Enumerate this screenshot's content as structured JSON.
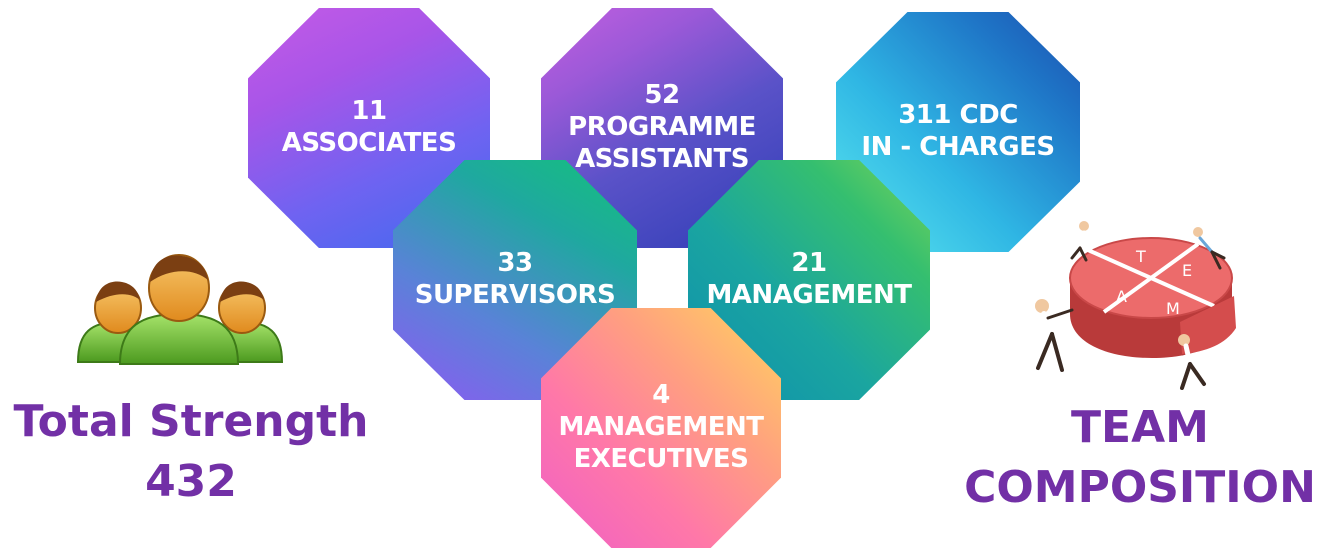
{
  "boxes": {
    "associates": {
      "count": "11",
      "label": "ASSOCIATES"
    },
    "programme_assistants": {
      "count": "52",
      "label1": "PROGRAMME",
      "label2": "ASSISTANTS"
    },
    "cdc": {
      "line1": "311 CDC",
      "line2": "IN - CHARGES"
    },
    "supervisors": {
      "count": "33",
      "label": "SUPERVISORS"
    },
    "management": {
      "count": "21",
      "label": "MANAGEMENT"
    },
    "management_executives": {
      "count": "4",
      "label1": "MANAGEMENT",
      "label2": "EXECUTIVES"
    }
  },
  "total": {
    "label": "Total Strength",
    "value": "432"
  },
  "team": {
    "line1": "TEAM",
    "line2": "COMPOSITION"
  },
  "team_letters": [
    "T",
    "E",
    "A",
    "M"
  ],
  "icons": {
    "people": "people-group-icon",
    "team": "team-puzzle-icon"
  },
  "colors": {
    "accent": "#7230a6"
  }
}
